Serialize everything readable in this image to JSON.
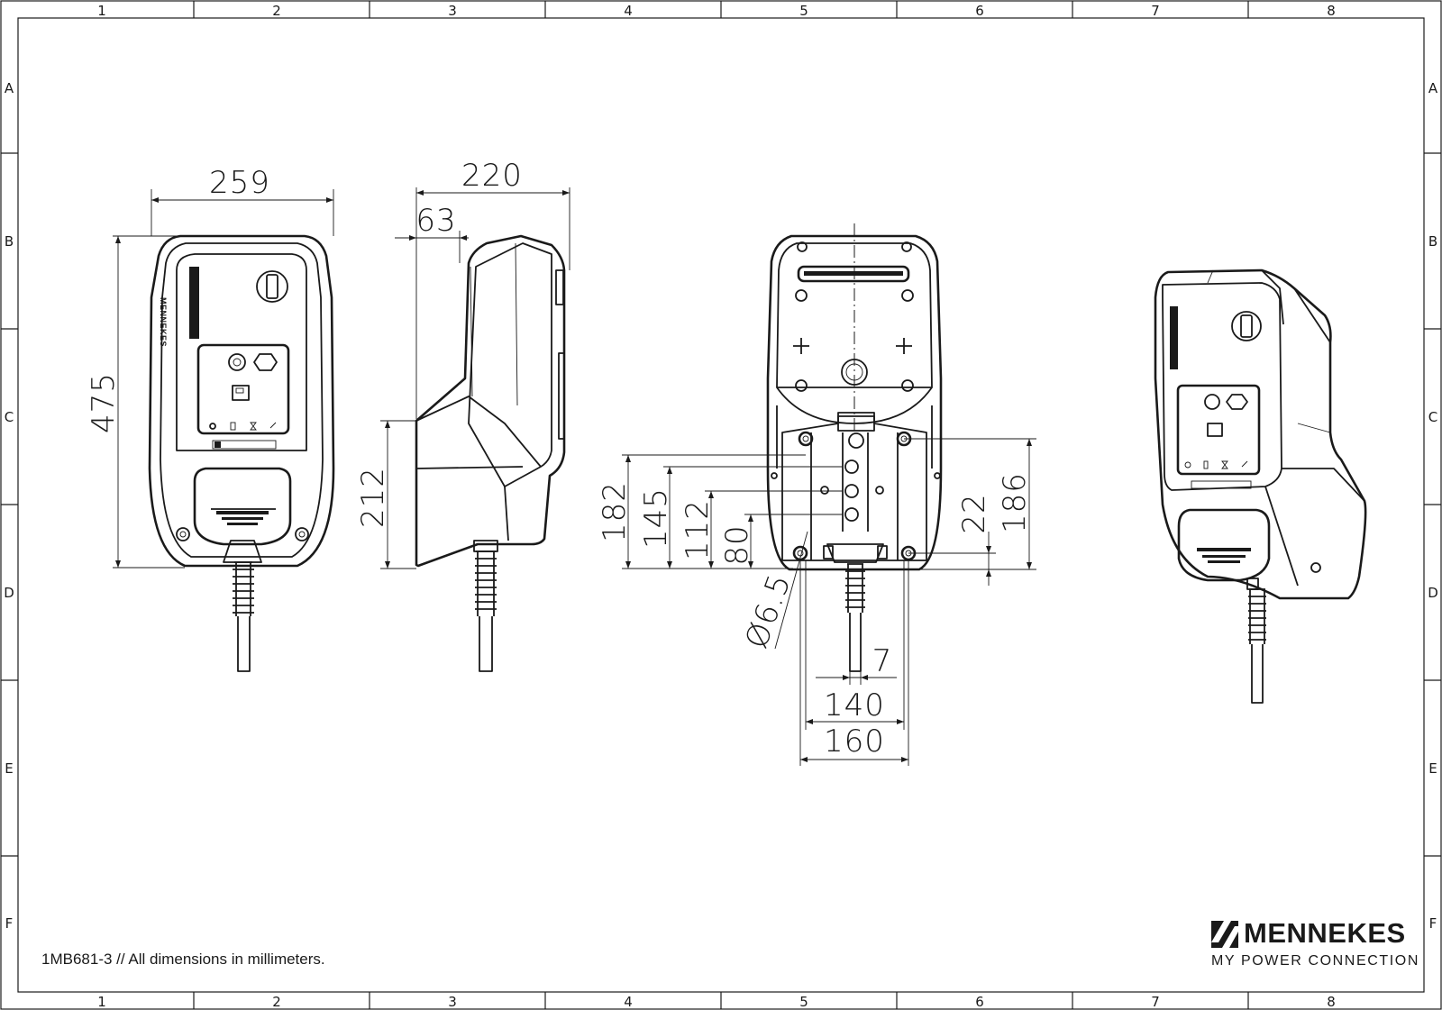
{
  "frame": {
    "columns": [
      "1",
      "2",
      "3",
      "4",
      "5",
      "6",
      "7",
      "8"
    ],
    "rows": [
      "A",
      "B",
      "C",
      "D",
      "E",
      "F"
    ]
  },
  "dimensions": {
    "front_width": "259",
    "front_height": "475",
    "side_depth": "220",
    "side_offset": "63",
    "side_height": "212",
    "back_182": "182",
    "back_145": "145",
    "back_112": "112",
    "back_80": "80",
    "hole_diameter": "Ø6.5",
    "back_7": "7",
    "back_140": "140",
    "back_160": "160",
    "back_22": "22",
    "back_186": "186"
  },
  "footer": {
    "note": "1MB681-3 // All dimensions in millimeters."
  },
  "brand": {
    "name": "MENNEKES",
    "tagline": "MY POWER CONNECTION",
    "device_label": "MENNEKES"
  },
  "colors": {
    "ink": "#1a1a1a",
    "paper": "#ffffff"
  },
  "icons": [
    "logo-icon",
    "key-switch-icon",
    "status-icons"
  ]
}
